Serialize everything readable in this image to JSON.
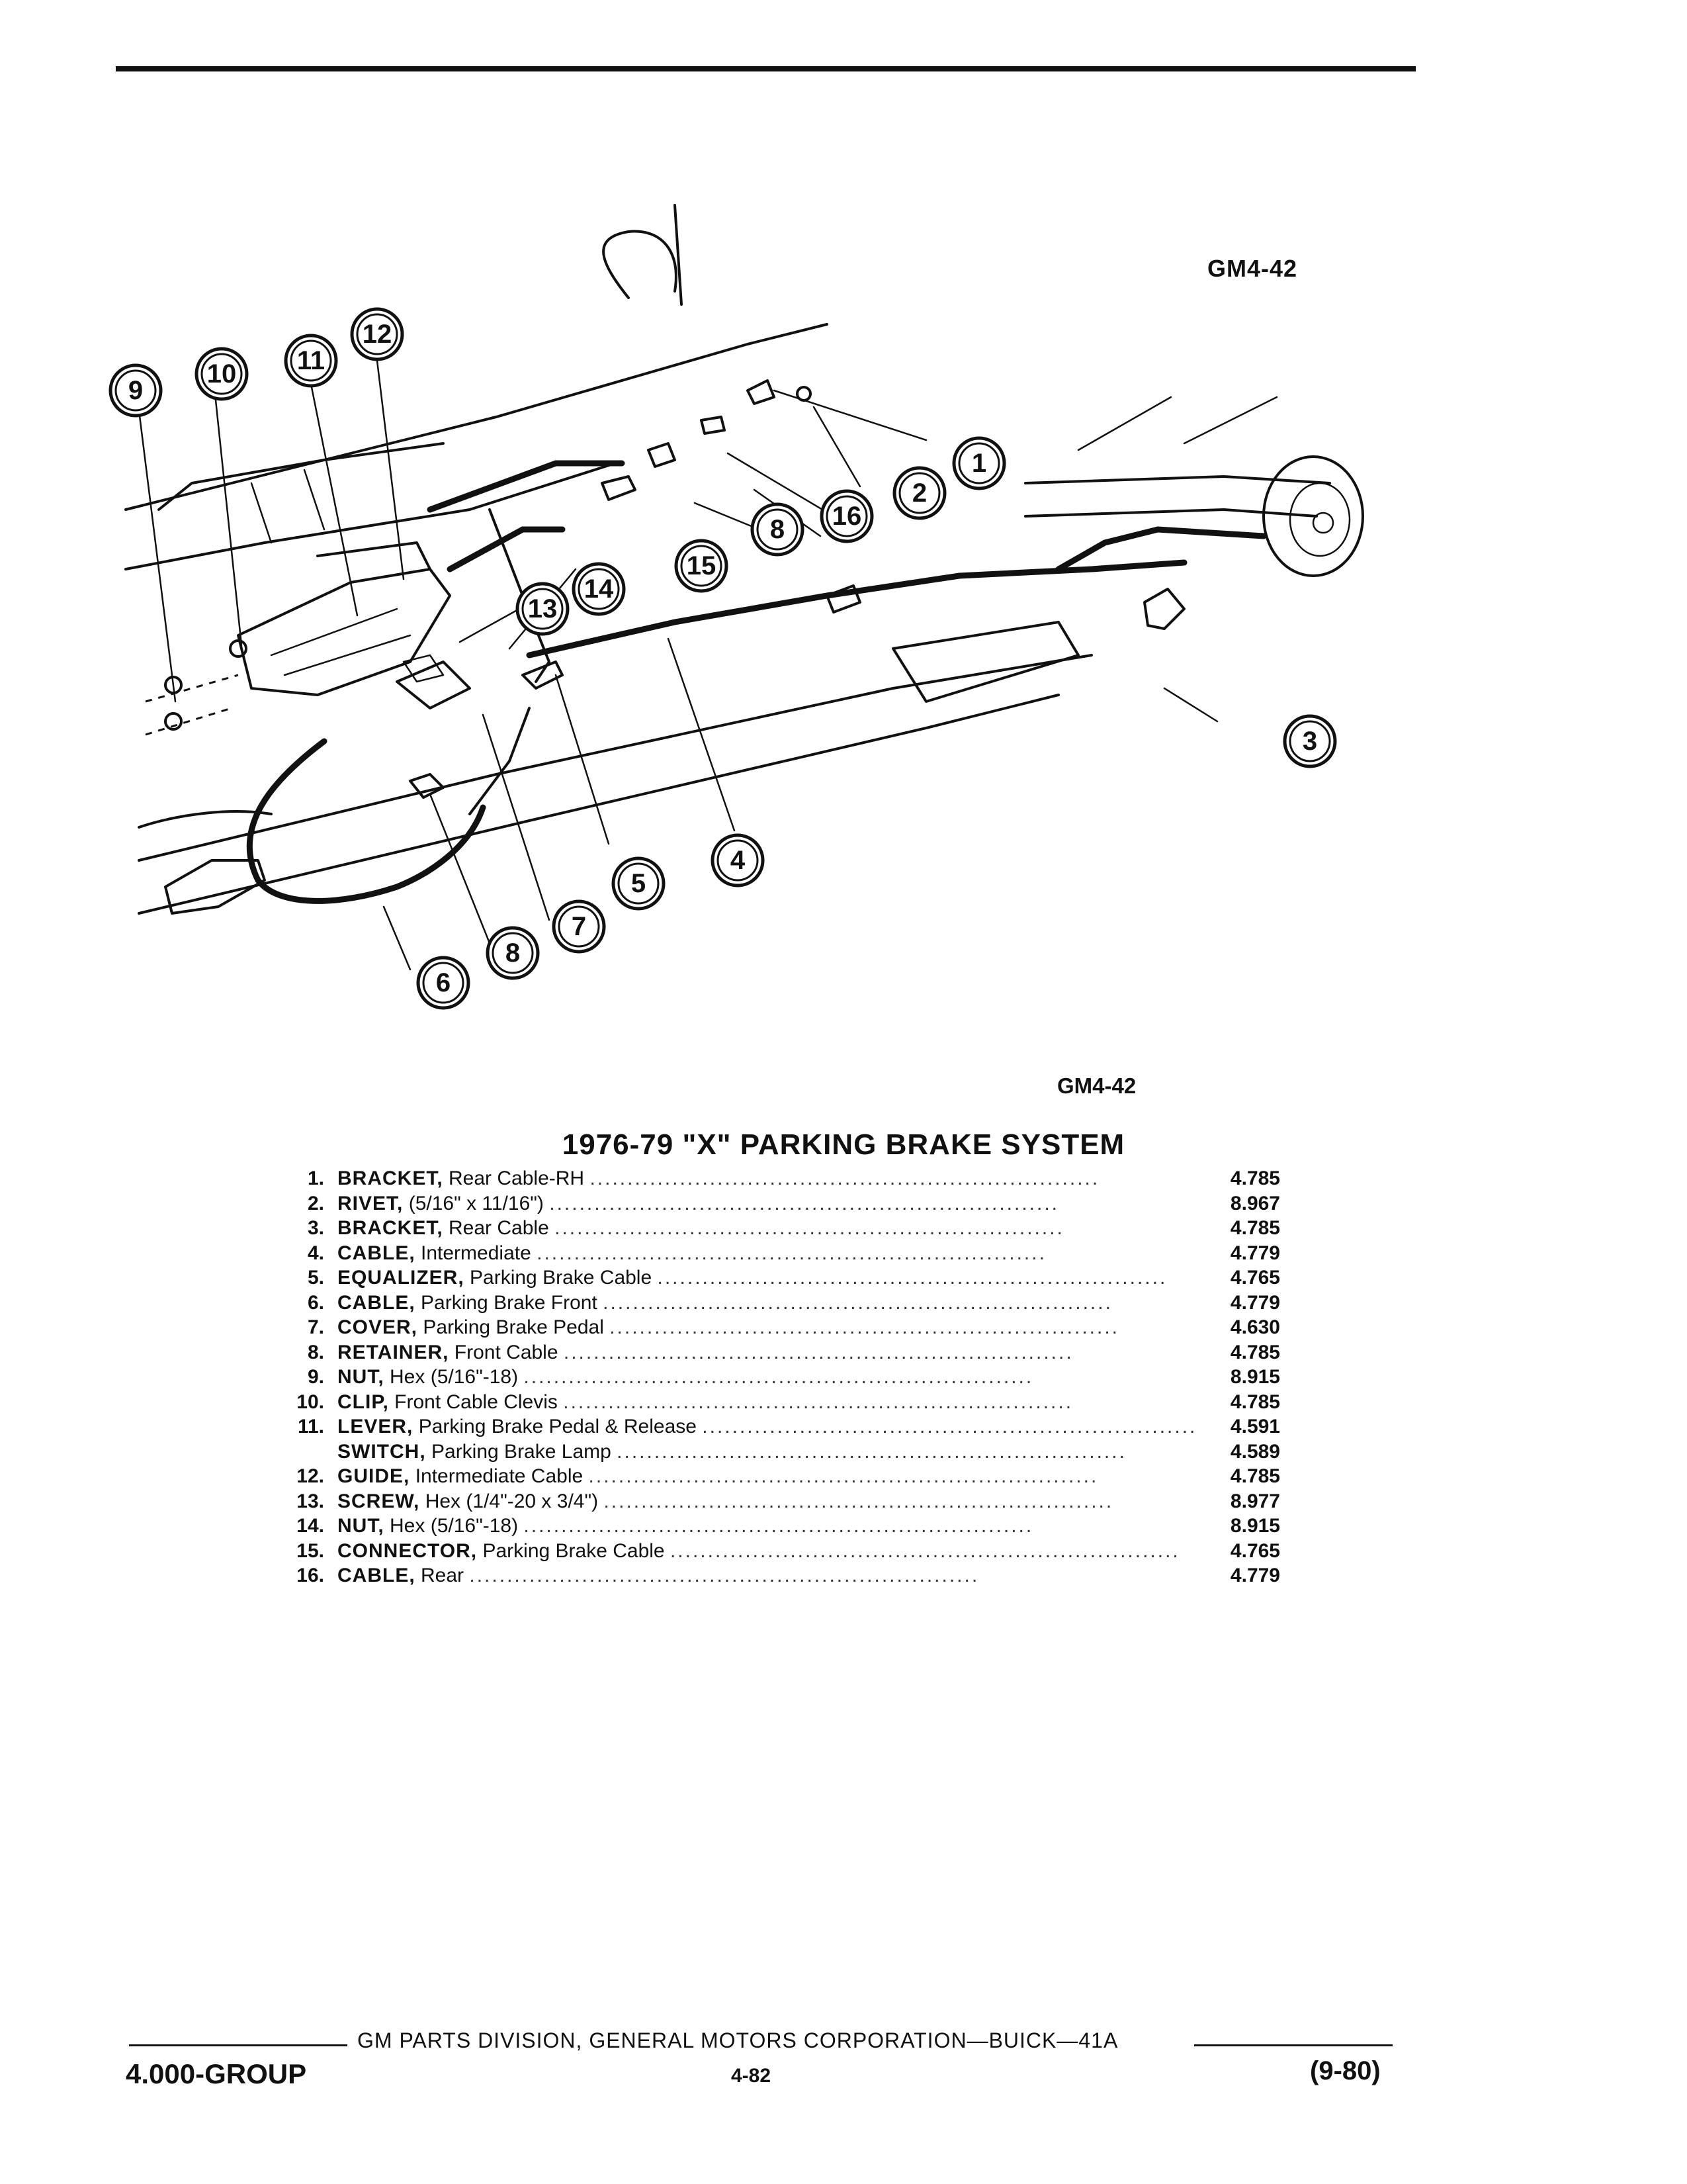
{
  "figure_code_top": "GM4-42",
  "figure_code_bottom": "GM4-42",
  "title": "1976-79 \"X\" PARKING BRAKE SYSTEM",
  "callouts": [
    "1",
    "2",
    "3",
    "4",
    "5",
    "6",
    "7",
    "8",
    "8",
    "9",
    "10",
    "11",
    "12",
    "13",
    "14",
    "15",
    "16"
  ],
  "parts": [
    {
      "num": "1.",
      "name": "BRACKET,",
      "desc": "Rear Cable-RH",
      "ref": "4.785"
    },
    {
      "num": "2.",
      "name": "RIVET,",
      "desc": "(5/16\" x 11/16\")",
      "ref": "8.967"
    },
    {
      "num": "3.",
      "name": "BRACKET,",
      "desc": "Rear Cable",
      "ref": "4.785"
    },
    {
      "num": "4.",
      "name": "CABLE,",
      "desc": "Intermediate",
      "ref": "4.779"
    },
    {
      "num": "5.",
      "name": "EQUALIZER,",
      "desc": "Parking Brake Cable",
      "ref": "4.765"
    },
    {
      "num": "6.",
      "name": "CABLE,",
      "desc": "Parking Brake Front",
      "ref": "4.779"
    },
    {
      "num": "7.",
      "name": "COVER,",
      "desc": "Parking Brake Pedal",
      "ref": "4.630"
    },
    {
      "num": "8.",
      "name": "RETAINER,",
      "desc": "Front Cable",
      "ref": "4.785"
    },
    {
      "num": "9.",
      "name": "NUT,",
      "desc": "Hex (5/16\"-18)",
      "ref": "8.915"
    },
    {
      "num": "10.",
      "name": "CLIP,",
      "desc": "Front Cable Clevis",
      "ref": "4.785"
    },
    {
      "num": "11.",
      "name": "LEVER,",
      "desc": "Parking Brake Pedal & Release",
      "ref": "4.591"
    },
    {
      "num": "",
      "name": "SWITCH,",
      "desc": "Parking Brake Lamp",
      "ref": "4.589"
    },
    {
      "num": "12.",
      "name": "GUIDE,",
      "desc": "Intermediate Cable",
      "ref": "4.785"
    },
    {
      "num": "13.",
      "name": "SCREW,",
      "desc": "Hex (1/4\"-20 x 3/4\")",
      "ref": "8.977"
    },
    {
      "num": "14.",
      "name": "NUT,",
      "desc": "Hex (5/16\"-18)",
      "ref": "8.915"
    },
    {
      "num": "15.",
      "name": "CONNECTOR,",
      "desc": "Parking Brake Cable",
      "ref": "4.765"
    },
    {
      "num": "16.",
      "name": "CABLE,",
      "desc": "Rear",
      "ref": "4.779"
    }
  ],
  "footer": {
    "corporation": "GM PARTS DIVISION, GENERAL MOTORS CORPORATION—BUICK—41A",
    "group": "4.000-GROUP",
    "page": "4-82",
    "date": "(9-80)"
  }
}
